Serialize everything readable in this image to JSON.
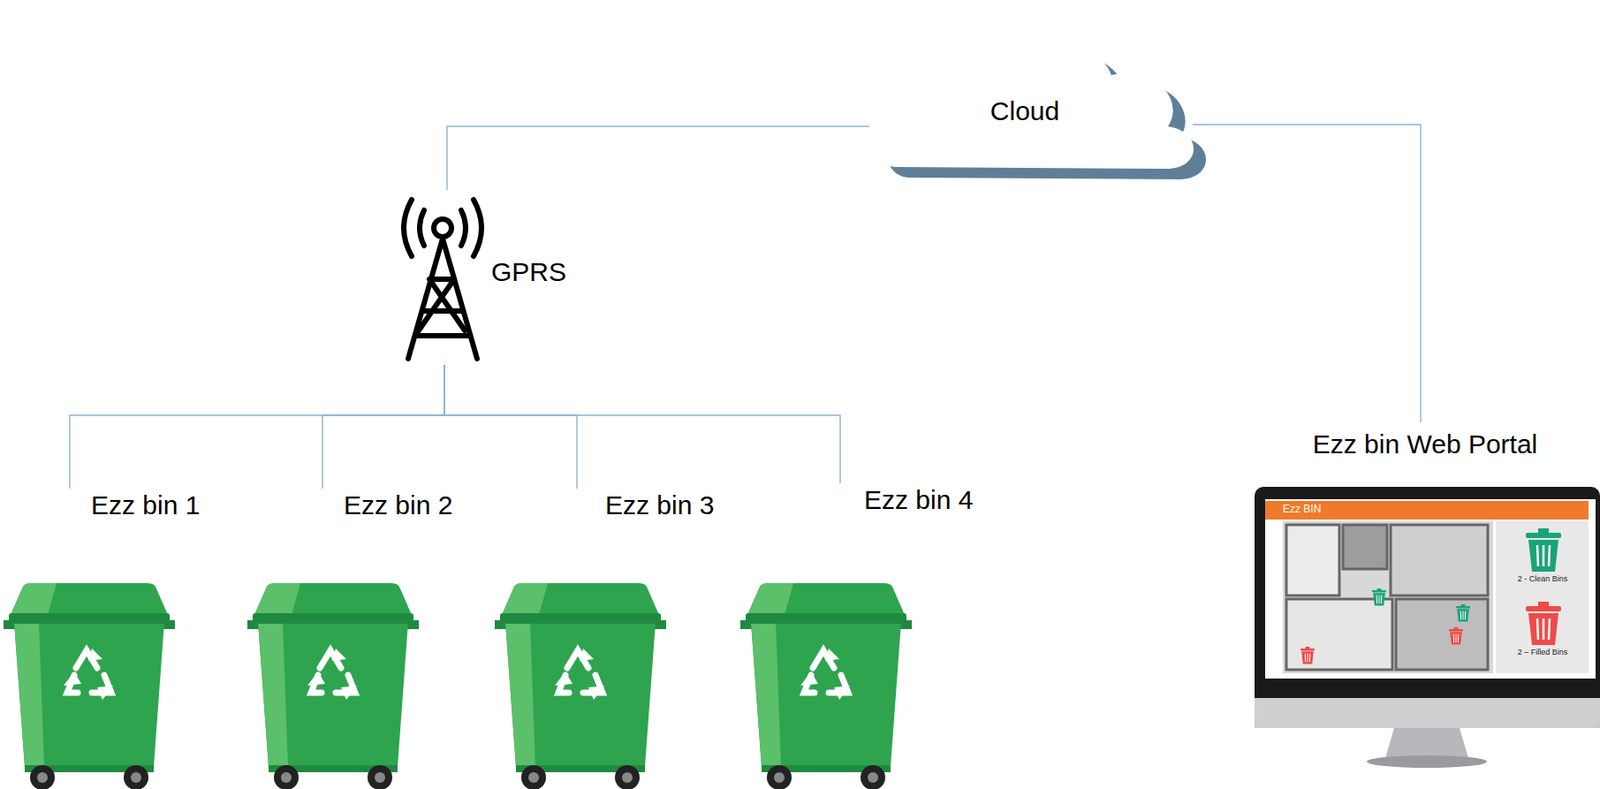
{
  "diagram": {
    "nodes": [
      {
        "text": [
          "Cloud"
        ]
      },
      {
        "text": [
          "GPRS"
        ]
      },
      {
        "text": [
          "Ezz bin 1"
        ]
      },
      {
        "text": [
          "Ezz bin 2"
        ]
      },
      {
        "text": [
          "Ezz bin 3"
        ]
      },
      {
        "text": [
          "Ezz bin 4"
        ]
      },
      {
        "text": [
          "Ezz bin Web Portal"
        ]
      }
    ],
    "edges": [
      {
        "from": 1,
        "to": 0,
        "arrow": "none"
      },
      {
        "from": 0,
        "to": 6,
        "arrow": "none"
      },
      {
        "from": 1,
        "to": 2,
        "arrow": "none"
      },
      {
        "from": 1,
        "to": 3,
        "arrow": "none"
      },
      {
        "from": 1,
        "to": 4,
        "arrow": "none"
      },
      {
        "from": 1,
        "to": 5,
        "arrow": "none"
      }
    ],
    "labels": [
      "Ezz BIN",
      "2 - Clean Bins",
      "2 – Filled Bins"
    ]
  }
}
